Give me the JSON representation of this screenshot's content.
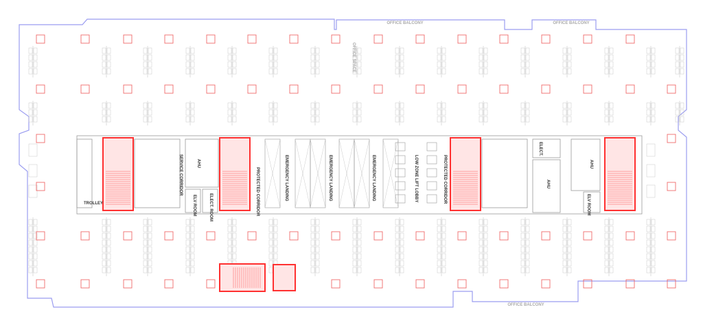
{
  "plan": {
    "balconies": [
      "OFFICE BALCONY",
      "OFFICE BALCONY",
      "OFFICE BALCONY"
    ],
    "office_space_label": "OFFICE SPACE",
    "core_labels": {
      "trolley": "TROLLEY",
      "service_corridor": "SERVICE CORRIDOR",
      "ahu_left": "AHU",
      "elv_room_left": "ELV ROOM",
      "elect_room_left": "ELECT. ROOM",
      "protected_corridor_left": "PROTECTED CORRIDOR",
      "emergency_landing_1": "EMERGENCY LANDING",
      "emergency_landing_2": "EMERGENCY LANDING",
      "emergency_landing_3": "EMERGENCY LANDING",
      "low_zone_lift_lobby": "LOW ZONE LIFT LOBBY",
      "protected_corridor_right": "PROTECTED CORRIDOR",
      "elect_right": "ELECT.",
      "ahu_right_1": "AHU",
      "ahu_right_2": "AHU",
      "elv_room_right": "ELV ROOM"
    },
    "colors": {
      "outline": "#9a9cf0",
      "column": "#f06a6a",
      "stair": "#ff3030",
      "wall": "#9a9a9a",
      "furniture": "#c8c8c8"
    }
  }
}
